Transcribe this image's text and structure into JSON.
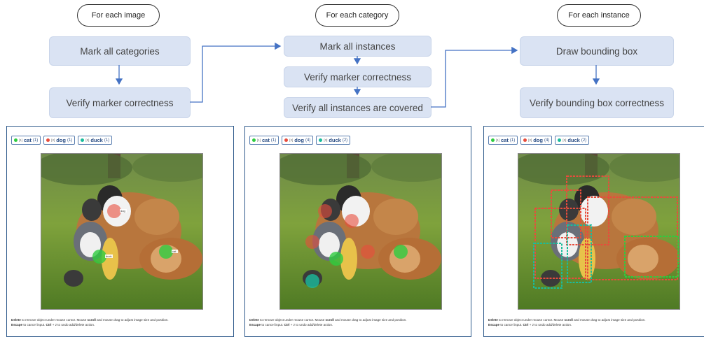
{
  "header_pills": [
    {
      "label": "For each image"
    },
    {
      "label": "For each category"
    },
    {
      "label": "For each instance"
    }
  ],
  "steps": {
    "image": [
      "Mark all categories",
      "Verify marker correctness"
    ],
    "category": [
      "Mark all instances",
      "Verify marker correctness",
      "Verify all instances are covered"
    ],
    "instance": [
      "Draw bounding box",
      "Verify bounding box correctness"
    ]
  },
  "colors": {
    "cat": "#2ecc40",
    "dog": "#e74c3c",
    "duck": "#1abc9c",
    "arrow": "#4472c4",
    "panel_border": "#2e5a8b",
    "step_fill": "#dae3f3"
  },
  "panels": [
    {
      "tags": [
        {
          "key": "[1]",
          "name": "cat",
          "count": "(1)",
          "color": "#2ecc40"
        },
        {
          "key": "[2]",
          "name": "dog",
          "count": "(1)",
          "color": "#e74c3c"
        },
        {
          "key": "[3]",
          "name": "duck",
          "count": "(1)",
          "color": "#1abc9c"
        }
      ],
      "marker_labels": [
        "dog",
        "duck",
        "cat"
      ]
    },
    {
      "tags": [
        {
          "key": "[1]",
          "name": "cat",
          "count": "(1)",
          "color": "#2ecc40"
        },
        {
          "key": "[2]",
          "name": "dog",
          "count": "(4)",
          "color": "#e74c3c"
        },
        {
          "key": "[3]",
          "name": "duck",
          "count": "(2)",
          "color": "#1abc9c"
        }
      ]
    },
    {
      "tags": [
        {
          "key": "[1]",
          "name": "cat",
          "count": "(1)",
          "color": "#2ecc40"
        },
        {
          "key": "[2]",
          "name": "dog",
          "count": "(4)",
          "color": "#e74c3c"
        },
        {
          "key": "[3]",
          "name": "duck",
          "count": "(2)",
          "color": "#1abc9c"
        }
      ]
    }
  ],
  "help": {
    "line1_key": "Delete",
    "line1_a": " to remove object under mouse cursor. Mouse ",
    "line1_key2": "scroll",
    "line1_b": " and mouse drag to adjust image size and position.",
    "line2_key": "Escape",
    "line2_a": " to cancel input. ",
    "line2_key2": "Ctrl",
    "line2_b": " + z to undo add/delete action."
  }
}
